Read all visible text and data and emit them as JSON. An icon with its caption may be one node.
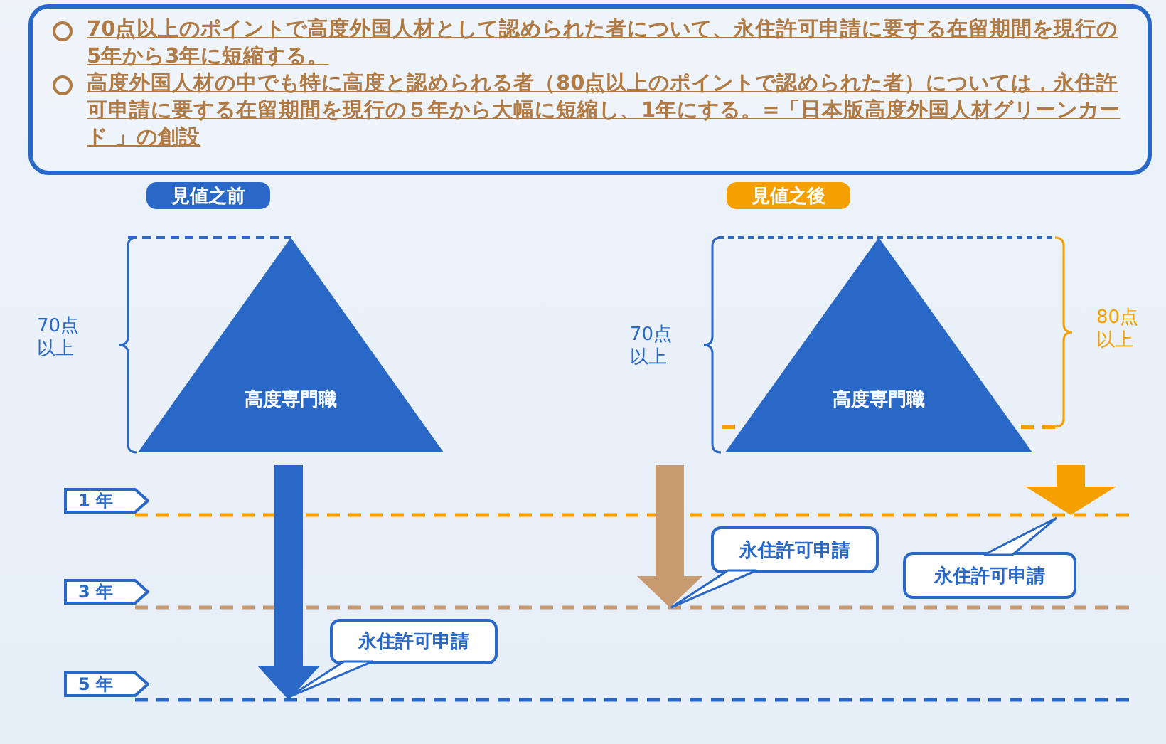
{
  "diagram": {
    "nodes": [
      {
        "text": [
          "70点以上のポイントで高度外国人材として認められた者について、永住許可申請に要する在留期間を現行の5年から3年に短縮する。",
          "高度外国人材の中でも特に高度と認められる者（80点以上のポイントで認められた者）については，永住許可申請に要する在留期間を現行の５年から大幅に短縮し、1年にする。=「日本版高度外国人材グリーンカード 」の創設"
        ]
      },
      {
        "text": [
          "見値之前"
        ]
      },
      {
        "text": [
          "見値之後"
        ]
      },
      {
        "text": [
          "高度専門職"
        ]
      },
      {
        "text": [
          "高度専門職"
        ]
      },
      {
        "text": [
          "1 年"
        ]
      },
      {
        "text": [
          "3 年"
        ]
      },
      {
        "text": [
          "5 年"
        ]
      },
      {
        "text": [
          "永住許可申請"
        ]
      },
      {
        "text": [
          "永住許可申請"
        ]
      },
      {
        "text": [
          "永住許可申請"
        ]
      }
    ],
    "edges": [
      {
        "from": 4,
        "to": 10,
        "arrow": "to",
        "style": "thick",
        "color": "#f5a000"
      }
    ],
    "labels": [
      "70点以上",
      "70点以上",
      "80点以上"
    ]
  }
}
